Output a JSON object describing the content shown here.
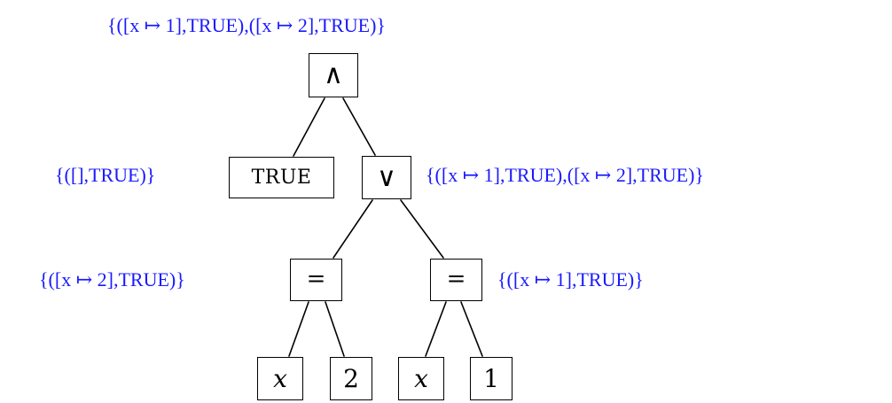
{
  "colors": {
    "annotation": "#1a1aff",
    "node_border": "#000000",
    "edge": "#000000"
  },
  "nodes": {
    "root_and": {
      "label": "∧"
    },
    "true_leaf": {
      "label": "TRUE"
    },
    "or_node": {
      "label": "∨"
    },
    "eq_left": {
      "label": "="
    },
    "eq_right": {
      "label": "="
    },
    "x_left": {
      "label": "x"
    },
    "two_leaf": {
      "label": "2"
    },
    "x_right": {
      "label": "x"
    },
    "one_leaf": {
      "label": "1"
    }
  },
  "annotations": {
    "root": "{([x ↦ 1],TRUE),([x ↦ 2],TRUE)}",
    "true_leaf": "{([],TRUE)}",
    "or_node": "{([x ↦ 1],TRUE),([x ↦ 2],TRUE)}",
    "eq_left": "{([x ↦ 2],TRUE)}",
    "eq_right": "{([x ↦ 1],TRUE)}"
  }
}
